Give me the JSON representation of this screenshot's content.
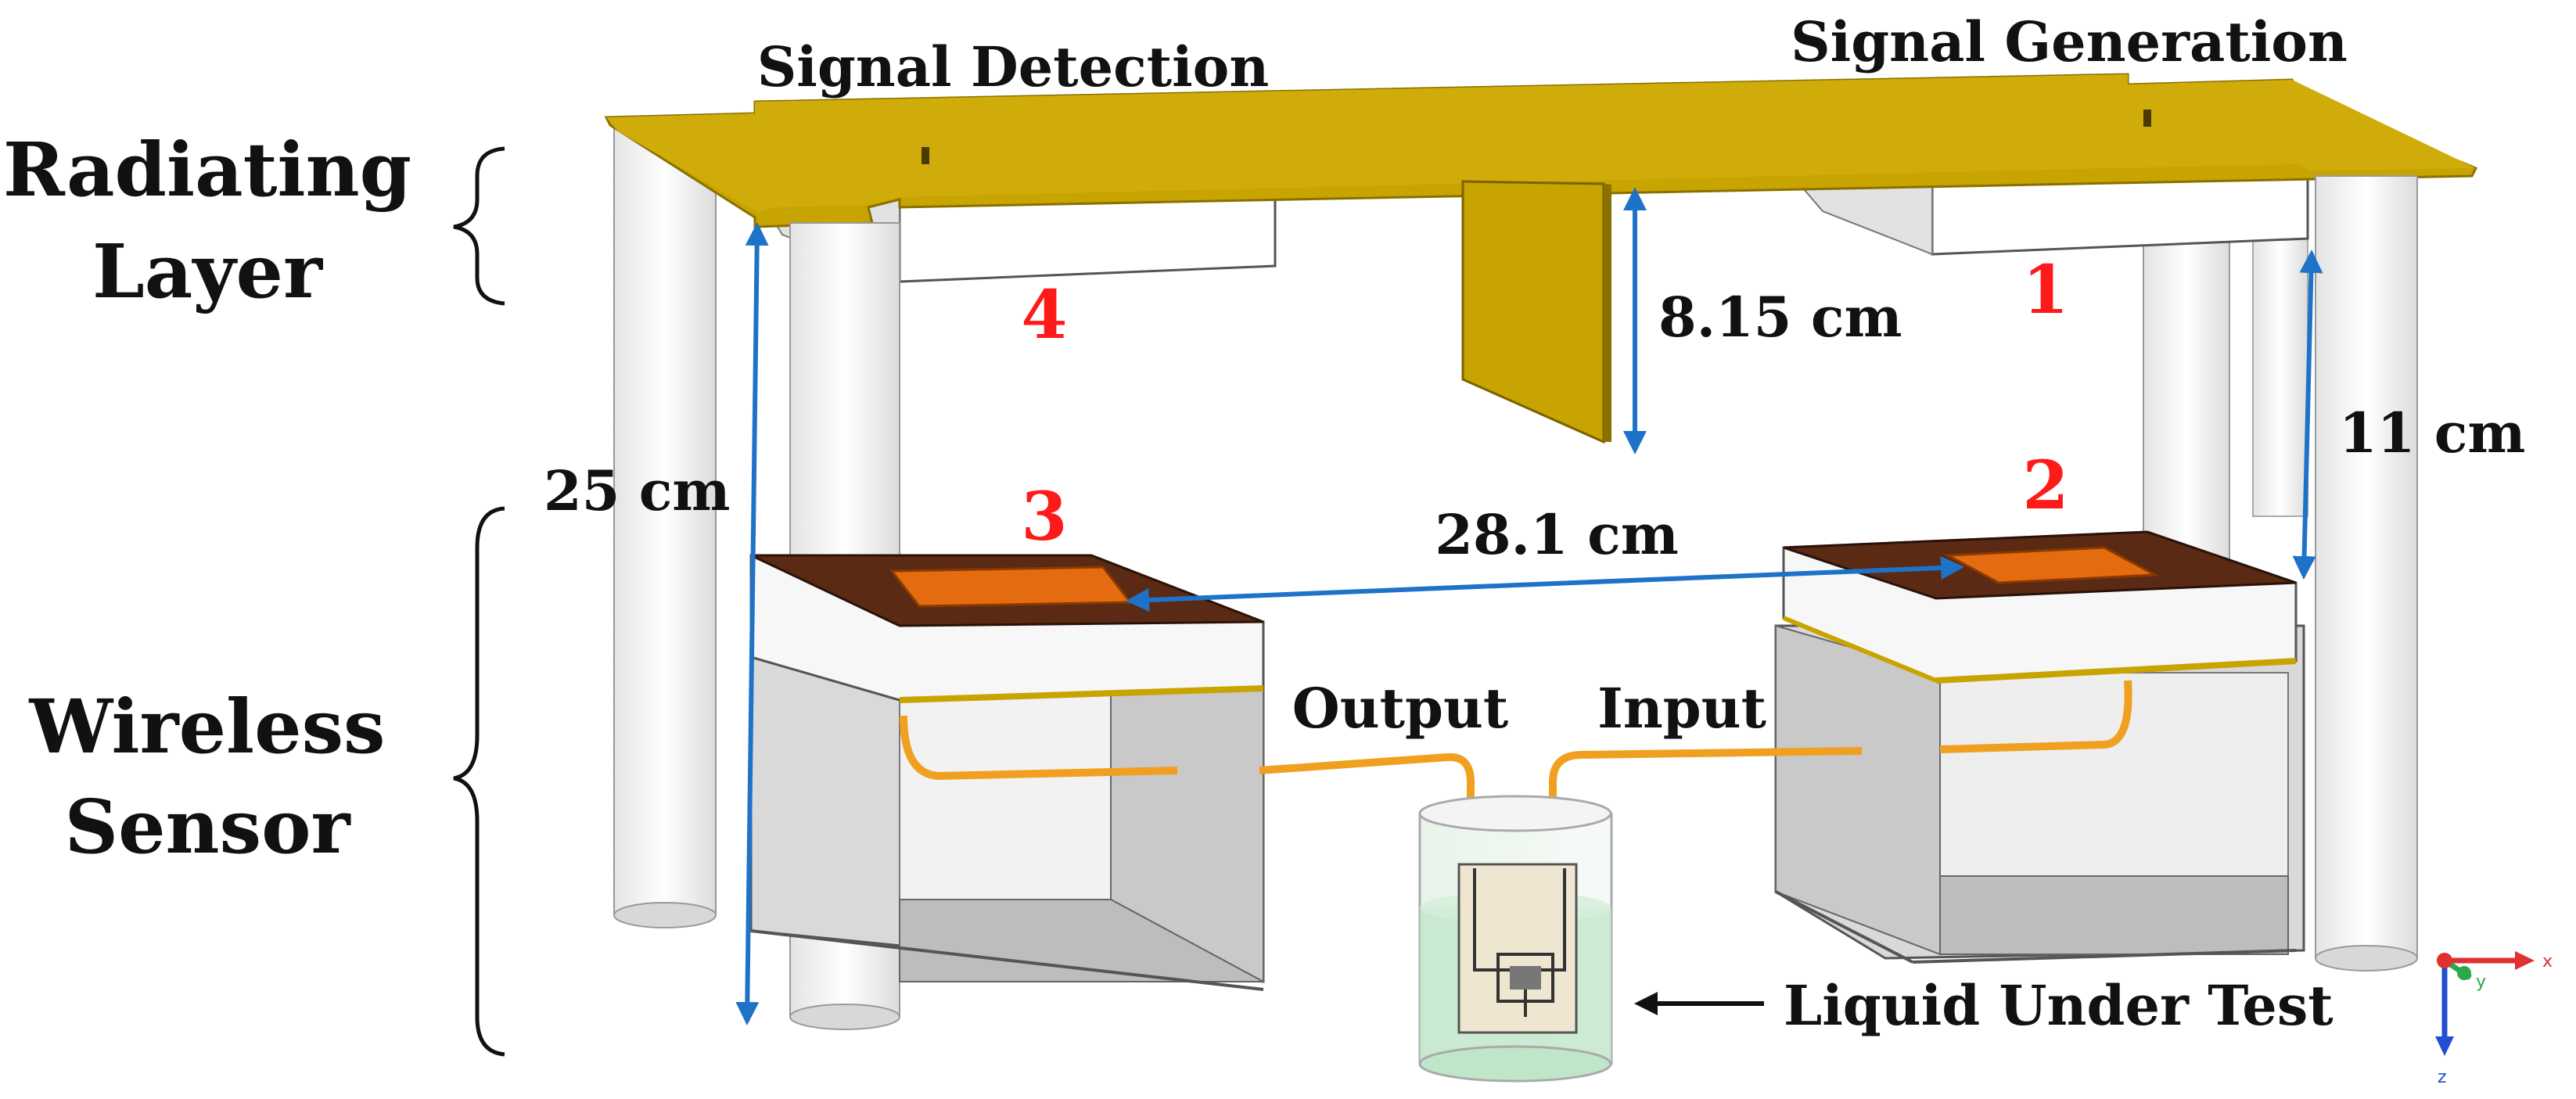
{
  "labels": {
    "signal_detection": "Signal Detection",
    "signal_generation": "Signal Generation",
    "radiating_layer_line1": "Radiating",
    "radiating_layer_line2": "Layer",
    "wireless_sensor_line1": "Wireless",
    "wireless_sensor_line2": "Sensor",
    "output": "Output",
    "input": "Input",
    "liquid_under_test": "Liquid Under Test"
  },
  "dimensions": {
    "plate_height": "8.15 cm",
    "antenna_gap": "11 cm",
    "total_height": "25 cm",
    "port_spacing": "28.1 cm"
  },
  "ports": [
    "1",
    "2",
    "3",
    "4"
  ],
  "axes": {
    "x": "x",
    "y": "y",
    "z": "z"
  },
  "colors": {
    "plate": "#c8a400",
    "plate_edge": "#8a7000",
    "substrate": "#5a2a14",
    "patch": "#e56b10",
    "arrow": "#1e73c8",
    "port_number": "#ff1a1a",
    "cable": "#f0a020",
    "liquid": "#bfe6c8",
    "axis_x": "#e03030",
    "axis_y": "#2aa84a",
    "axis_z": "#2050d0"
  }
}
